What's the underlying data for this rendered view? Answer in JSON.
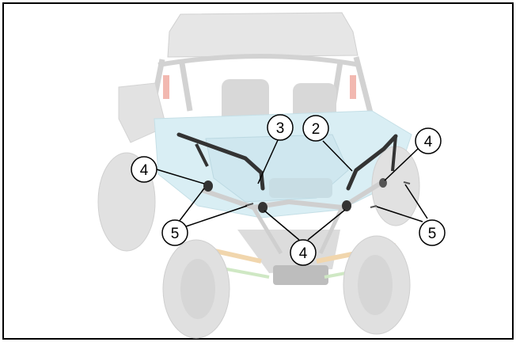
{
  "figure": {
    "description_hidden": false,
    "palette": {
      "frame": "#000000",
      "vehicle_ghost": "#e4e4e4",
      "vehicle_ghost_dark": "#c9c9c9",
      "tint_blue": "#d6ecf2",
      "accent_red": "#f2b8b0",
      "accent_orange": "#f4d7b0",
      "part_dark": "#333333",
      "callout_fill": "#ffffff",
      "callout_stroke": "#000000"
    }
  },
  "callouts": [
    {
      "id": "c3",
      "label": "3"
    },
    {
      "id": "c2",
      "label": "2"
    },
    {
      "id": "c4a",
      "label": "4"
    },
    {
      "id": "c4b",
      "label": "4"
    },
    {
      "id": "c4c",
      "label": "4"
    },
    {
      "id": "c5a",
      "label": "5"
    },
    {
      "id": "c5b",
      "label": "5"
    }
  ]
}
